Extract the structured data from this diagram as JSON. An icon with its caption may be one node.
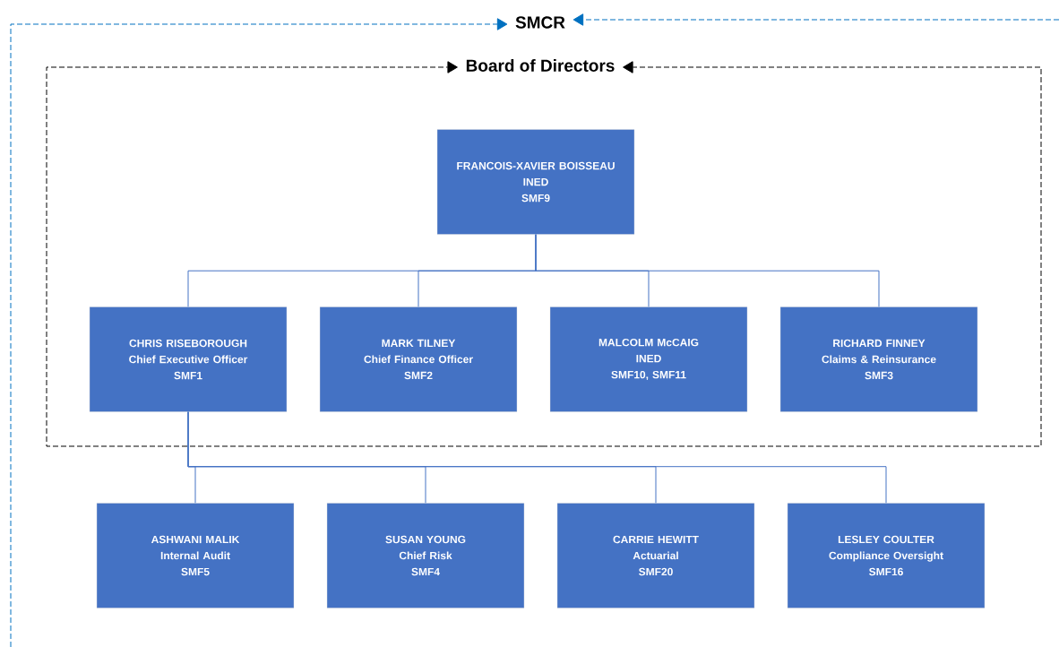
{
  "diagram": {
    "nodes": [
      {
        "text": [
          "SMCR"
        ]
      },
      {
        "text": [
          "Board of Directors"
        ]
      },
      {
        "text": [
          "FRANCOIS-XAVIER BOISSEAU",
          "INED",
          "SMF9"
        ]
      },
      {
        "text": [
          "CHRIS RISEBOROUGH",
          "Chief Executive Officer",
          "SMF1"
        ]
      },
      {
        "text": [
          "MARK TILNEY",
          "Chief Finance Officer",
          "SMF2"
        ]
      },
      {
        "text": [
          "MALCOLM McCAIG",
          "INED",
          "SMF10, SMF11"
        ]
      },
      {
        "text": [
          "RICHARD FINNEY",
          "Claims & Reinsurance",
          "SMF3"
        ]
      },
      {
        "text": [
          "ASHWANI MALIK",
          "Internal Audit",
          "SMF5"
        ]
      },
      {
        "text": [
          "SUSAN YOUNG",
          "Chief Risk",
          "SMF4"
        ]
      },
      {
        "text": [
          "CARRIE HEWITT",
          "Actuarial",
          "SMF20"
        ]
      },
      {
        "text": [
          "LESLEY COULTER",
          "Compliance Oversight",
          "SMF16"
        ]
      }
    ],
    "edges": [
      {
        "from": 2,
        "to": 3,
        "arrow": "none"
      },
      {
        "from": 2,
        "to": 4,
        "arrow": "none"
      },
      {
        "from": 2,
        "to": 5,
        "arrow": "none"
      },
      {
        "from": 2,
        "to": 6,
        "arrow": "none"
      },
      {
        "from": 3,
        "to": 7,
        "arrow": "none"
      },
      {
        "from": 3,
        "to": 8,
        "arrow": "none"
      },
      {
        "from": 3,
        "to": 9,
        "arrow": "none"
      },
      {
        "from": 3,
        "to": 10,
        "arrow": "none"
      },
      {
        "from": null,
        "to": 0,
        "arrow": "to",
        "style": "dashed",
        "color": "#0070c0"
      },
      {
        "from": null,
        "to": 0,
        "arrow": "to",
        "style": "dashed",
        "color": "#0070c0"
      },
      {
        "from": null,
        "to": 1,
        "arrow": "to",
        "style": "dashed",
        "color": "#000000"
      },
      {
        "from": null,
        "to": 1,
        "arrow": "to",
        "style": "dashed",
        "color": "#000000"
      }
    ]
  }
}
